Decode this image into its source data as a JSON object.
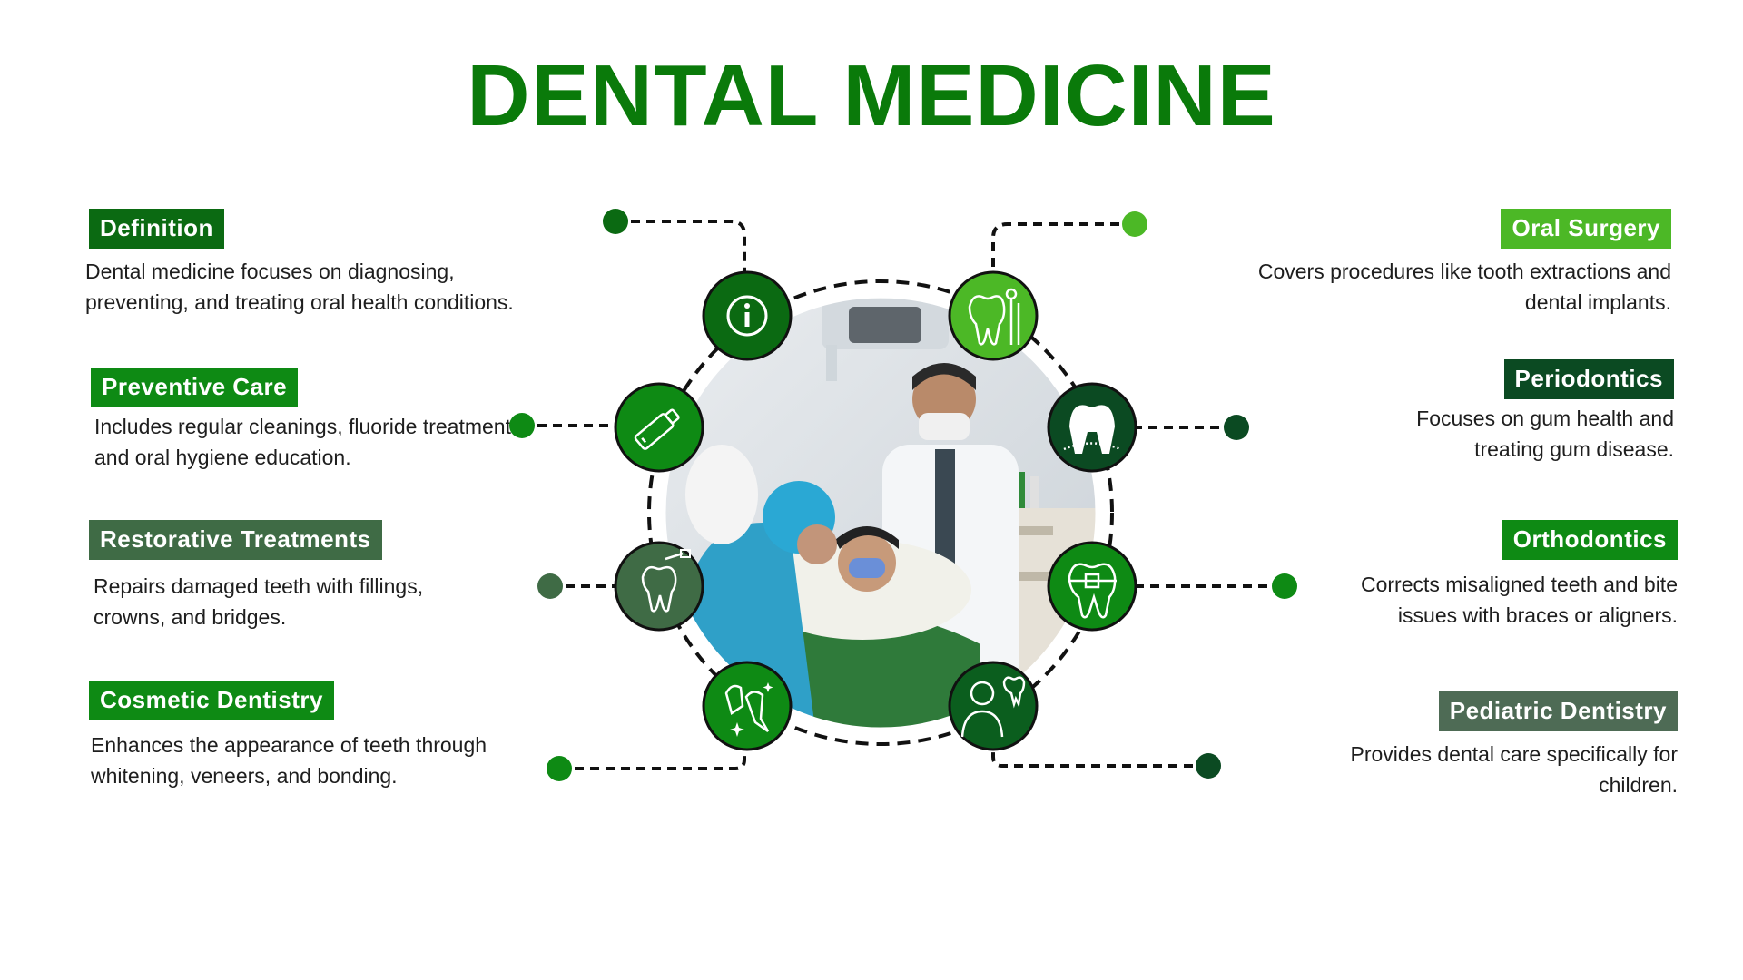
{
  "title": "DENTAL MEDICINE",
  "colors": {
    "title": "#0a7a0a",
    "dark_green": "#0b5e0b",
    "green": "#0e8a14",
    "light_green": "#4cb826",
    "forest": "#3f6b45",
    "deep_green": "#0b4a22",
    "gray_green": "#4e6b55"
  },
  "left_items": [
    {
      "label": "Definition",
      "description": "Dental medicine focuses on diagnosing, preventing, and treating oral health conditions.",
      "color": "#0b6a12",
      "icon": "info-icon"
    },
    {
      "label": "Preventive Care",
      "description": "Includes regular cleanings, fluoride treatments, and oral hygiene education.",
      "color": "#0e8a14",
      "icon": "toothpaste-icon"
    },
    {
      "label": "Restorative Treatments",
      "description": "Repairs damaged teeth with fillings, crowns, and bridges.",
      "color": "#3f6b45",
      "icon": "drill-tooth-icon"
    },
    {
      "label": "Cosmetic Dentistry",
      "description": "Enhances the appearance of teeth through whitening, veneers, and bonding.",
      "color": "#0e8a14",
      "icon": "veneer-icon"
    }
  ],
  "right_items": [
    {
      "label": "Oral Surgery",
      "description": "Covers procedures like tooth extractions and dental implants.",
      "color": "#4cb826",
      "icon": "tooth-tools-icon"
    },
    {
      "label": "Periodontics",
      "description": "Focuses on gum health and treating gum disease.",
      "color": "#0b4a22",
      "icon": "gum-icon"
    },
    {
      "label": "Orthodontics",
      "description": "Corrects misaligned teeth and bite issues with braces or aligners.",
      "color": "#0e8a14",
      "icon": "braces-icon"
    },
    {
      "label": "Pediatric Dentistry",
      "description": "Provides dental care specifically for children.",
      "color": "#4e6b55",
      "icon": "dentist-icon"
    }
  ],
  "photo": {
    "icon": "dental-exam-photo"
  }
}
